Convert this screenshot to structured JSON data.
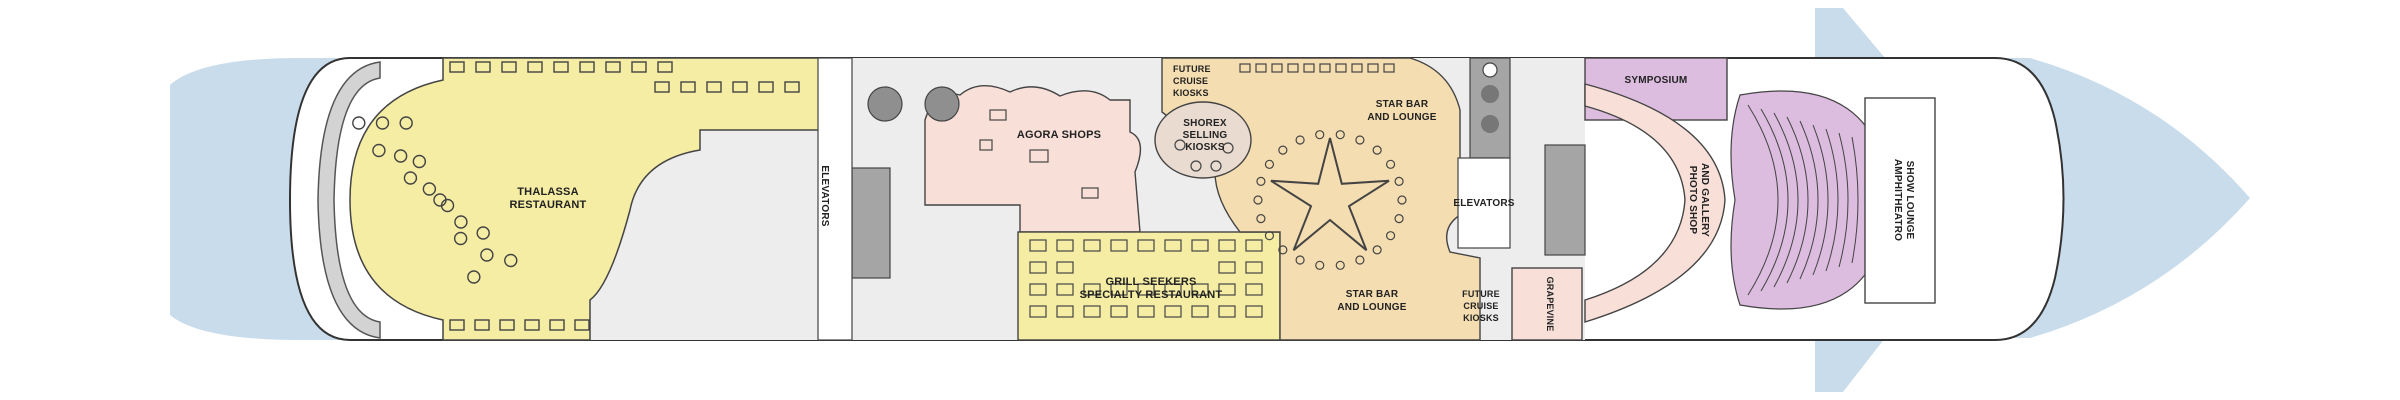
{
  "colors": {
    "water": "#c9dceb",
    "hull": "#ffffff",
    "outline": "#333333",
    "corridor": "#ededed",
    "restaurant": "#f5eda4",
    "shops": "#f8e0d8",
    "bar": "#f4ddb0",
    "theater": "#dcbcdf",
    "elevator": "#a5a5a5"
  },
  "labels": {
    "thalassa_1": "THALASSA",
    "thalassa_2": "RESTAURANT",
    "elevators_fwd": "ELEVATORS",
    "agora": "AGORA SHOPS",
    "grill_1": "GRILL SEEKERS",
    "grill_2": "SPECIALTY RESTAURANT",
    "future_top_1": "FUTURE",
    "future_top_2": "CRUISE",
    "future_top_3": "KIOSKS",
    "shorex_1": "SHOREX",
    "shorex_2": "SELLING",
    "shorex_3": "KIOSKS",
    "starbar_top_1": "STAR BAR",
    "starbar_top_2": "AND LOUNGE",
    "starbar_bot_1": "STAR BAR",
    "starbar_bot_2": "AND LOUNGE",
    "elevators_mid": "ELEVATORS",
    "future_bot_1": "FUTURE",
    "future_bot_2": "CRUISE",
    "future_bot_3": "KIOSKS",
    "grapevine": "GRAPEVINE",
    "symposium": "SYMPOSIUM",
    "photo_1": "PHOTO SHOP",
    "photo_2": "AND GALLERY",
    "amph_1": "AMPHITHEATRO",
    "amph_2": "SHOW LOUNGE"
  },
  "icons": [
    "restroom-icon",
    "restroom-icon",
    "restroom-icon",
    "restroom-icon",
    "accessibility-icon"
  ]
}
